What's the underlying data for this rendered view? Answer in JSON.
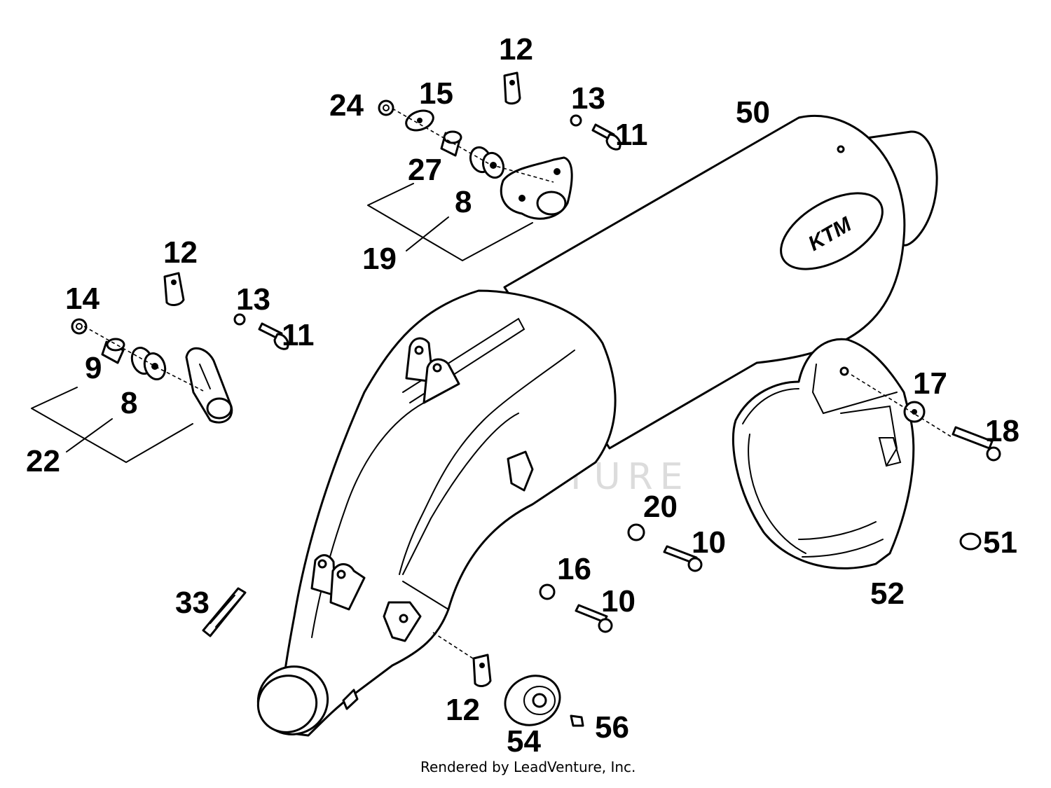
{
  "watermark": "LEADVENTURE",
  "logo_text": "KTM",
  "credit": "Rendered by LeadVenture, Inc.",
  "callouts": {
    "c12a": "12",
    "c24": "24",
    "c15": "15",
    "c13a": "13",
    "c11a": "11",
    "c50": "50",
    "c27": "27",
    "c8a": "8",
    "c19": "19",
    "c12b": "12",
    "c14": "14",
    "c13b": "13",
    "c11b": "11",
    "c9": "9",
    "c8b": "8",
    "c22": "22",
    "c17": "17",
    "c18": "18",
    "c20": "20",
    "c10a": "10",
    "c51": "51",
    "c16": "16",
    "c10b": "10",
    "c52": "52",
    "c33": "33",
    "c12c": "12",
    "c56": "56",
    "c54": "54"
  },
  "colors": {
    "ink": "#000000",
    "paper": "#ffffff",
    "watermark": "#dcdcdc"
  }
}
